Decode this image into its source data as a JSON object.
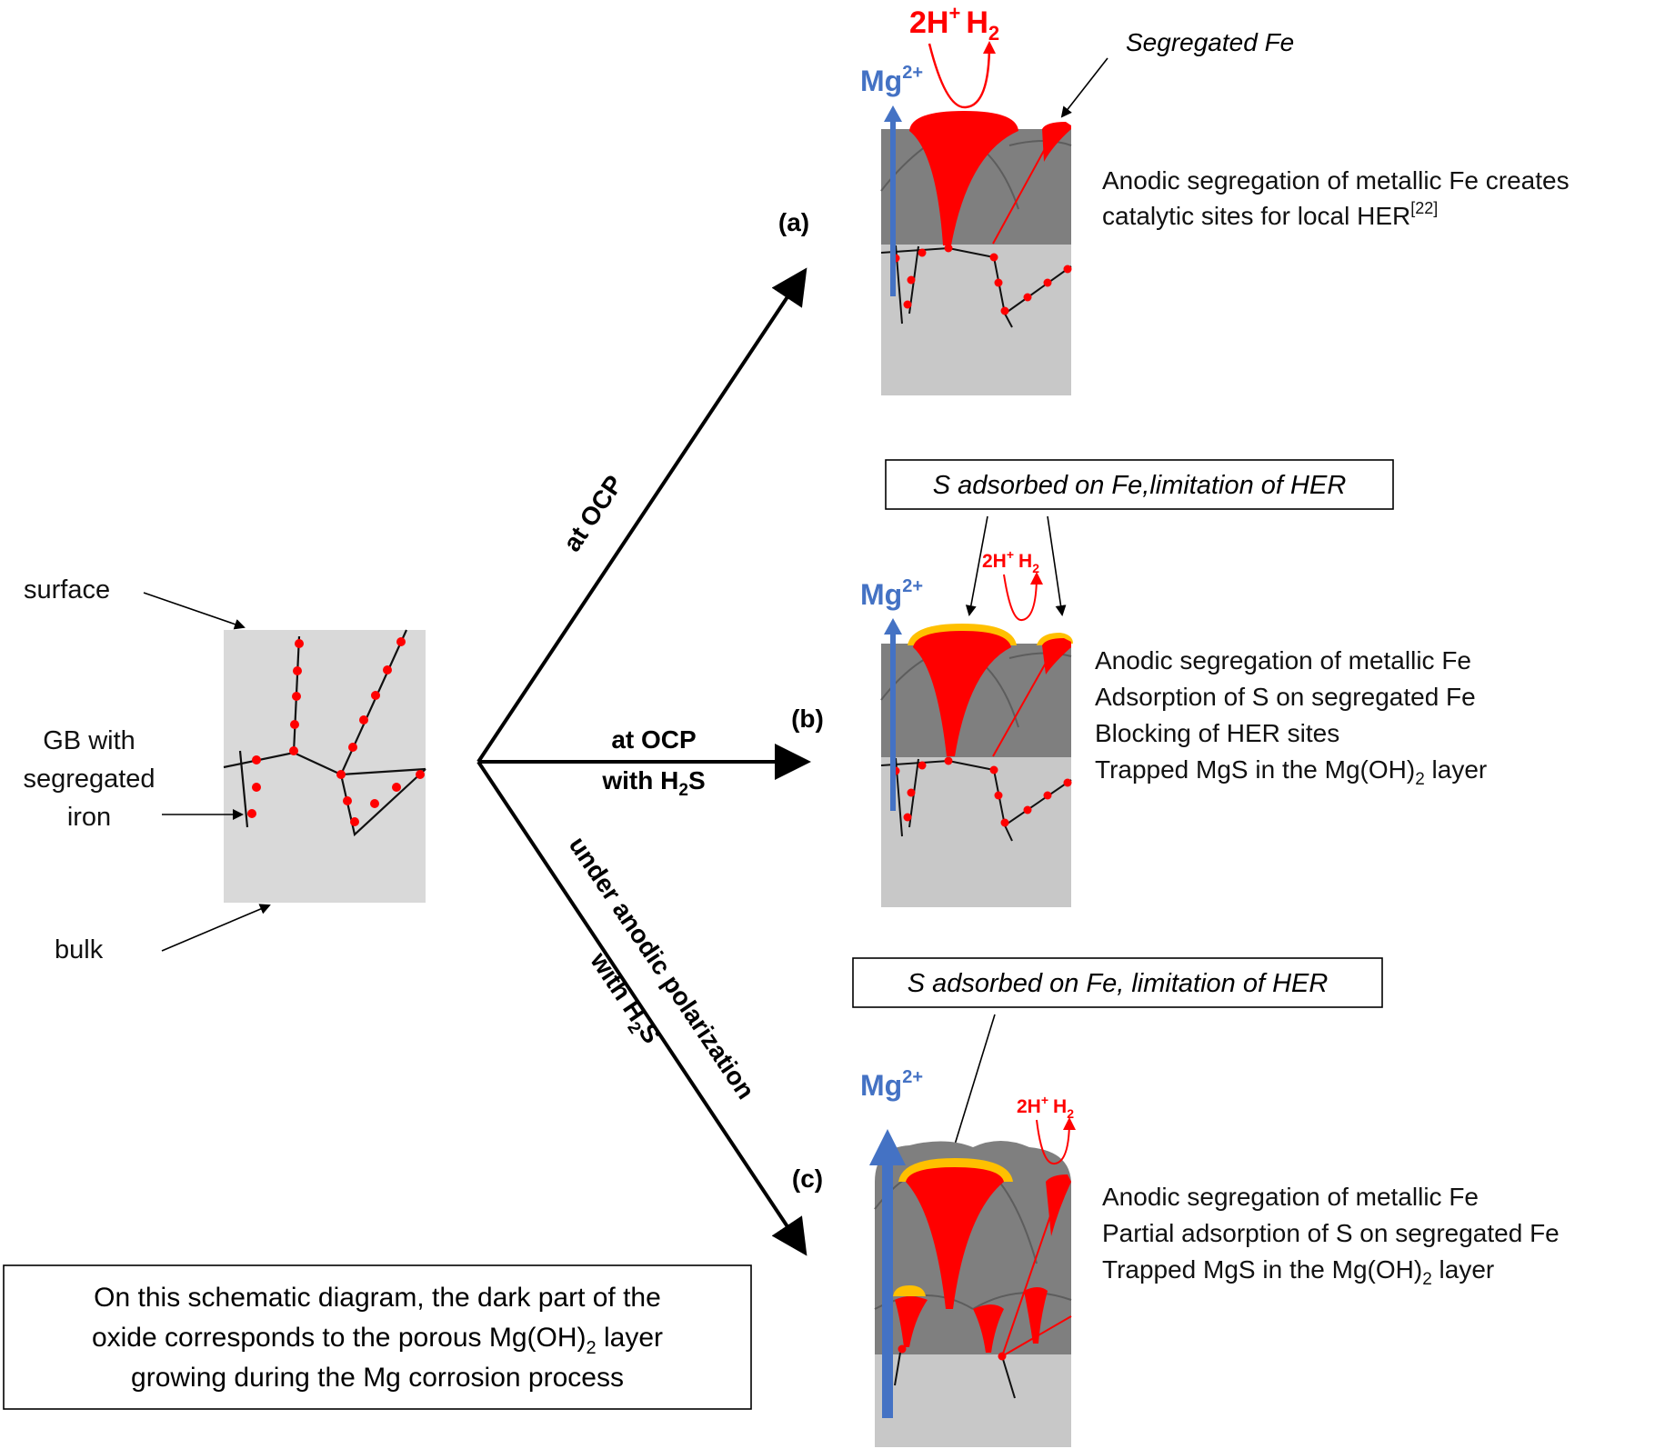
{
  "initial": {
    "surface_label": "surface",
    "gb_label_lines": [
      "GB with",
      "segregated",
      "iron"
    ],
    "bulk_label": "bulk"
  },
  "arrows": {
    "a": {
      "label": "at OCP"
    },
    "b": {
      "line1": "at OCP",
      "line2_main": "with H",
      "line2_sub": "2",
      "line2_end": "S"
    },
    "c": {
      "line1": "under anodic polarization",
      "line2_main": "with H",
      "line2_sub": "2",
      "line2_end": "S"
    }
  },
  "panel_a": {
    "tag": "(a)",
    "reaction_left": "2H",
    "reaction_left_sup": "+",
    "reaction_right": "H",
    "reaction_right_sub": "2",
    "mg_ion": "Mg",
    "mg_ion_sup": "2+",
    "fe_callout": "Segregated Fe",
    "desc_line1": "Anodic segregation of metallic Fe creates",
    "desc_line2": "catalytic sites for local HER",
    "desc_ref": "[22]"
  },
  "panel_b": {
    "tag": "(b)",
    "box_text": "S adsorbed on Fe,limitation of HER",
    "reaction_left": "2H",
    "reaction_left_sup": "+",
    "reaction_right": "H",
    "reaction_right_sub": "2",
    "mg_ion": "Mg",
    "mg_ion_sup": "2+",
    "desc": [
      "Anodic segregation of metallic Fe",
      "Adsorption of S on segregated Fe",
      "Blocking of HER sites"
    ],
    "desc_last_main": "Trapped MgS in the Mg(OH)",
    "desc_last_sub": "2",
    "desc_last_end": " layer"
  },
  "panel_c": {
    "tag": "(c)",
    "box_text": "S  adsorbed on Fe, limitation of HER",
    "reaction_left": "2H",
    "reaction_left_sup": "+",
    "reaction_right": "H",
    "reaction_right_sub": "2",
    "mg_ion": "Mg",
    "mg_ion_sup": "2+",
    "desc": [
      "Anodic segregation of metallic Fe",
      "Partial adsorption of S on segregated Fe"
    ],
    "desc_last_main": "Trapped MgS in the Mg(OH)",
    "desc_last_sub": "2",
    "desc_last_end": " layer"
  },
  "note": {
    "line1": "On this schematic diagram, the dark part of the",
    "line2_main": "oxide corresponds to the porous Mg(OH)",
    "line2_sub": "2",
    "line2_end": " layer",
    "line3": "growing during the Mg corrosion process"
  },
  "colors": {
    "bulk_light": "#d9d9d9",
    "bulk_panel": "#c8c8c8",
    "oxide_dark": "#7f7f7f",
    "iron_red": "#ff0000",
    "sulfur_yellow": "#ffc000",
    "mg_blue": "#4472c4"
  }
}
